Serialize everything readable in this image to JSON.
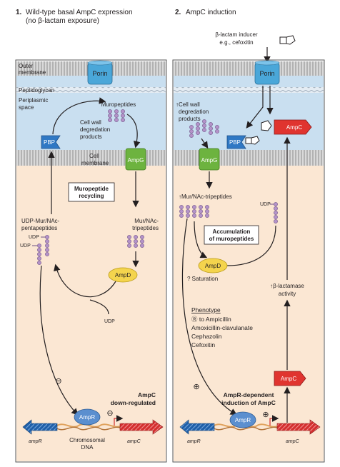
{
  "panel_left": {
    "heading_num": "1.",
    "heading_line1": "Wild-type basal AmpC expression",
    "heading_line2": "(no β-lactam exposure)",
    "outer_membrane_line1": "Outer",
    "outer_membrane_line2": "membrane",
    "porin": "Porin",
    "peptidoglycan": "Peptidoglycan",
    "periplasmic_line1": "Periplasmic",
    "periplasmic_line2": "space",
    "muropeptides": "Muropeptides",
    "cwdp_line1": "Cell wall",
    "cwdp_line2": "degredation",
    "cwdp_line3": "products",
    "pbp": "PBP",
    "cell_membrane_line1": "Cell",
    "cell_membrane_line2": "membrane",
    "ampg": "AmpG",
    "recycling_line1": "Muropeptide",
    "recycling_line2": "recycling",
    "udp_penta_line1": "UDP-Mur/NAc-",
    "udp_penta_line2": "pentapeptides",
    "udp_a": "UDP",
    "udp_b": "UDP",
    "mur_tri_line1": "Mur/NAc-",
    "mur_tri_line2": "tripeptides",
    "ampd": "AmpD",
    "udp_bottom": "UDP",
    "minus": "⊖",
    "downreg_line1": "AmpC",
    "downreg_line2": "down-regulated",
    "ampr": "AmpR",
    "ampR_gene": "ampR",
    "ampC_gene": "ampC",
    "dna_line1": "Chromosomal",
    "dna_line2": "DNA"
  },
  "panel_right": {
    "heading_num": "2.",
    "heading": "AmpC induction",
    "inducer_line1": "β-lactam inducer",
    "inducer_line2": "e.g., cefoxitin",
    "porin": "Porin",
    "cwdp_line1": "↑Cell wall",
    "cwdp_line2": "degredation",
    "cwdp_line3": "products",
    "ampc_peri": "AmpC",
    "pbp": "PBP",
    "ampg": "AmpG",
    "mur_tri": "↑Mur/NAc-tripeptides",
    "udp": "UDP",
    "accum_line1": "Accumulation",
    "accum_line2": "of muropeptides",
    "ampd": "AmpD",
    "saturation": "? Saturation",
    "blact_line1": "↑β-lactamase",
    "blact_line2": "activity",
    "phenotype_title": "Phenotype",
    "pheno_1": "Ⓡ to Ampicillin",
    "pheno_2": "Amoxicillin-clavulanate",
    "pheno_3": "Cephazolin",
    "pheno_4": "Cefoxitin",
    "ampc_cyto": "AmpC",
    "plus_a": "⊕",
    "plus_b": "⊕",
    "induction_line1": "AmpR-dependent",
    "induction_line2": "induction of AmpC",
    "ampr": "AmpR",
    "ampR_gene": "ampR",
    "ampC_gene": "ampC"
  },
  "colors": {
    "outer_membrane": "#9ea3a8",
    "periplasm": "#c9dff0",
    "cytoplasm": "#fbe7d3",
    "porin": "#4aa7d9",
    "pbp": "#2f78c4",
    "ampg": "#6db33f",
    "ampc": "#e0342f",
    "ampd": "#f4d44d",
    "ampr": "#5b8fcf",
    "muropeptide": "#b493c9",
    "dna_red": "#d32f2f",
    "dna_blue": "#1f5fa8"
  }
}
